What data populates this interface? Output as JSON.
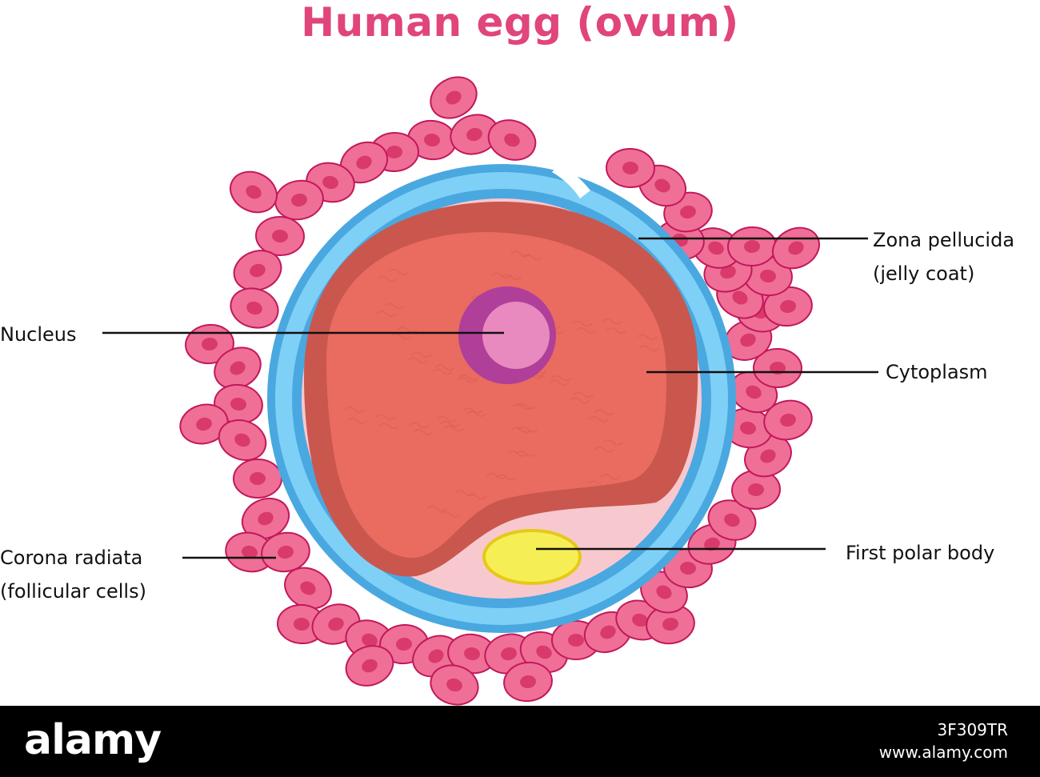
{
  "title": "Human egg (ovum)",
  "labels": {
    "zona_pellucida": "Zona pellucida",
    "zona_pellucida_sub": "(jelly coat)",
    "nucleus": "Nucleus",
    "cytoplasm": "Cytoplasm",
    "corona_radiata": "Corona radiata",
    "corona_radiata_sub": "(follicular cells)",
    "first_polar_body": "First polar body"
  },
  "footer": {
    "brand": "alamy",
    "image_id": "3F309TR",
    "url": "www.alamy.com"
  },
  "colors": {
    "title": "#e0457b",
    "follicle_cell": "#ef6f97",
    "follicle_cell_outline": "#c2185b",
    "follicle_nucleus": "#d93a6b",
    "zona_outer": "#4aa8e0",
    "zona_inner": "#7fd0f6",
    "perivitelline": "#f8c8cf",
    "cytoplasm_outer": "#c9574e",
    "cytoplasm_inner": "#ea6b60",
    "nucleus_outer": "#b03f9a",
    "nucleus_inner": "#e889c0",
    "polar_body": "#f6ee55",
    "leader_line": "#111111",
    "footer_bg": "#000000",
    "footer_text": "#ffffff"
  }
}
